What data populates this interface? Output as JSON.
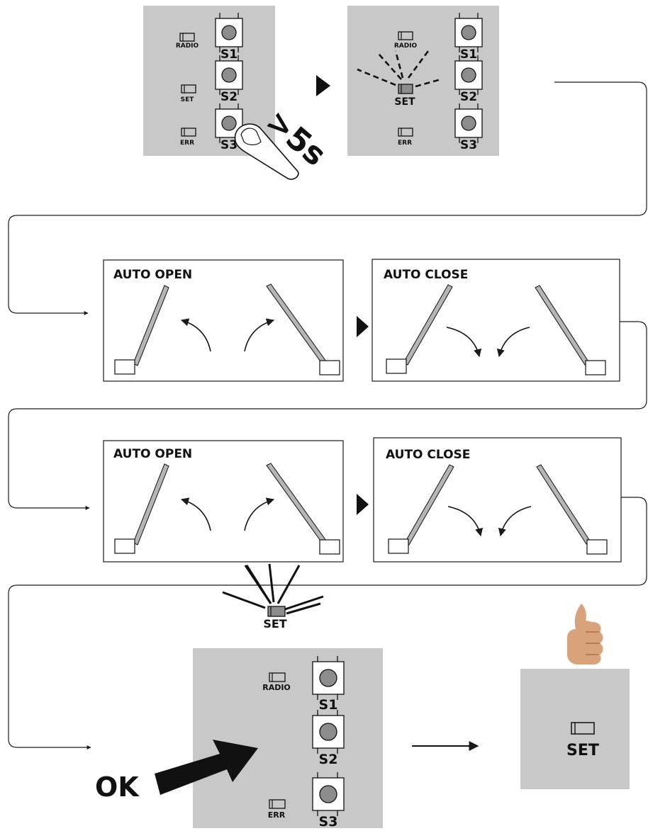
{
  "step1": {
    "led_labels": [
      "RADIO",
      "SET",
      "ERR"
    ],
    "button_labels": [
      "S1",
      "S2",
      "S3"
    ],
    "press_time": ">5s"
  },
  "step2": {
    "led_labels": [
      "RADIO",
      "SET",
      "ERR"
    ],
    "button_labels": [
      "S1",
      "S2",
      "S3"
    ],
    "active_led": "SET"
  },
  "cycle1": {
    "open_title": "AUTO OPEN",
    "close_title": "AUTO CLOSE"
  },
  "cycle2": {
    "open_title": "AUTO OPEN",
    "close_title": "AUTO CLOSE"
  },
  "final": {
    "led_labels": [
      "RADIO",
      "SET",
      "ERR"
    ],
    "button_labels": [
      "S1",
      "S2",
      "S3"
    ],
    "ok_label": "OK",
    "result_label": "SET",
    "result_icon": "thumbs-up-icon"
  },
  "colors": {
    "panel": "#c8c8c8",
    "line": "#1a1a1a",
    "gate_leaf": "#b5b5b5",
    "skin": "#d8a27a"
  }
}
